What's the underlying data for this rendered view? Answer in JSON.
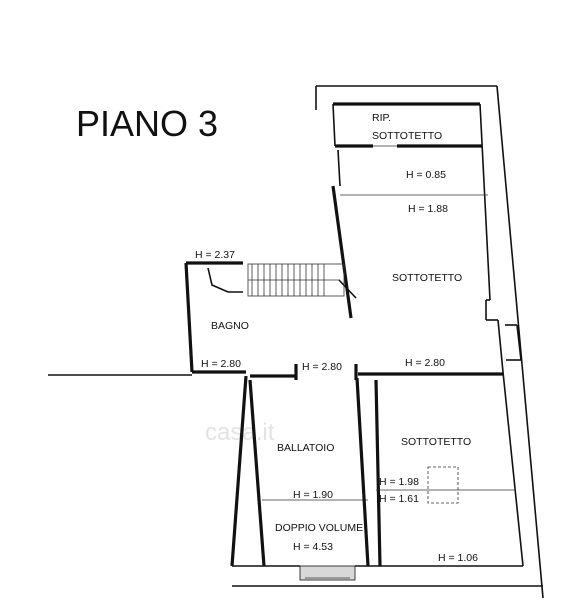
{
  "title": "PIANO 3",
  "watermark": "casa.it",
  "rooms": [
    {
      "id": "rip-1",
      "text": "RIP."
    },
    {
      "id": "rip-2",
      "text": "SOTTOTETTO"
    },
    {
      "id": "sottotetto-upper",
      "text": "SOTTOTETTO"
    },
    {
      "id": "bagno",
      "text": "BAGNO"
    },
    {
      "id": "ballatoio",
      "text": "BALLATOIO"
    },
    {
      "id": "sottotetto-lower",
      "text": "SOTTOTETTO"
    },
    {
      "id": "doppio-volume",
      "text": "DOPPIO VOLUME"
    }
  ],
  "heights": [
    {
      "id": "h-085",
      "text": "H = 0.85"
    },
    {
      "id": "h-188",
      "text": "H = 1.88"
    },
    {
      "id": "h-237",
      "text": "H = 2.37"
    },
    {
      "id": "h-280-bagno",
      "text": "H = 2.80"
    },
    {
      "id": "h-280-corridor",
      "text": "H = 2.80"
    },
    {
      "id": "h-280-right",
      "text": "H = 2.80"
    },
    {
      "id": "h-198",
      "text": "H = 1.98"
    },
    {
      "id": "h-161",
      "text": "H = 1.61"
    },
    {
      "id": "h-190",
      "text": "H = 1.90"
    },
    {
      "id": "h-453",
      "text": "H = 4.53"
    },
    {
      "id": "h-106",
      "text": "H = 1.06"
    }
  ]
}
